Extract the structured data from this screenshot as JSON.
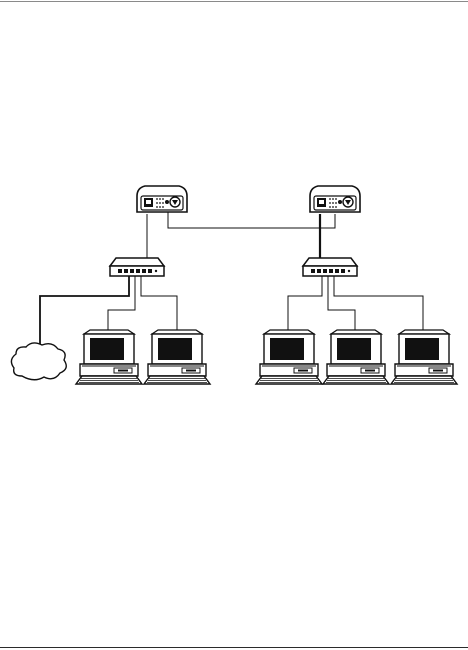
{
  "diagram": {
    "devices": {
      "adapters": [
        {
          "id": "adapter-left",
          "type": "network-adapter"
        },
        {
          "id": "adapter-right",
          "type": "network-adapter"
        }
      ],
      "hubs": [
        {
          "id": "hub-left",
          "type": "hub",
          "ports": 6
        },
        {
          "id": "hub-right",
          "type": "hub",
          "ports": 6
        }
      ],
      "cloud": {
        "id": "internet-cloud",
        "type": "cloud"
      },
      "computers": [
        {
          "id": "pc-1",
          "hub": "hub-left"
        },
        {
          "id": "pc-2",
          "hub": "hub-left"
        },
        {
          "id": "pc-3",
          "hub": "hub-right"
        },
        {
          "id": "pc-4",
          "hub": "hub-right"
        },
        {
          "id": "pc-5",
          "hub": "hub-right"
        }
      ]
    },
    "links": [
      {
        "from": "adapter-left",
        "to": "adapter-right"
      },
      {
        "from": "adapter-left",
        "to": "hub-left"
      },
      {
        "from": "adapter-right",
        "to": "hub-right"
      },
      {
        "from": "hub-left",
        "to": "internet-cloud"
      },
      {
        "from": "hub-left",
        "to": "pc-1"
      },
      {
        "from": "hub-left",
        "to": "pc-2"
      },
      {
        "from": "hub-right",
        "to": "pc-3"
      },
      {
        "from": "hub-right",
        "to": "pc-4"
      },
      {
        "from": "hub-right",
        "to": "pc-5"
      }
    ]
  }
}
